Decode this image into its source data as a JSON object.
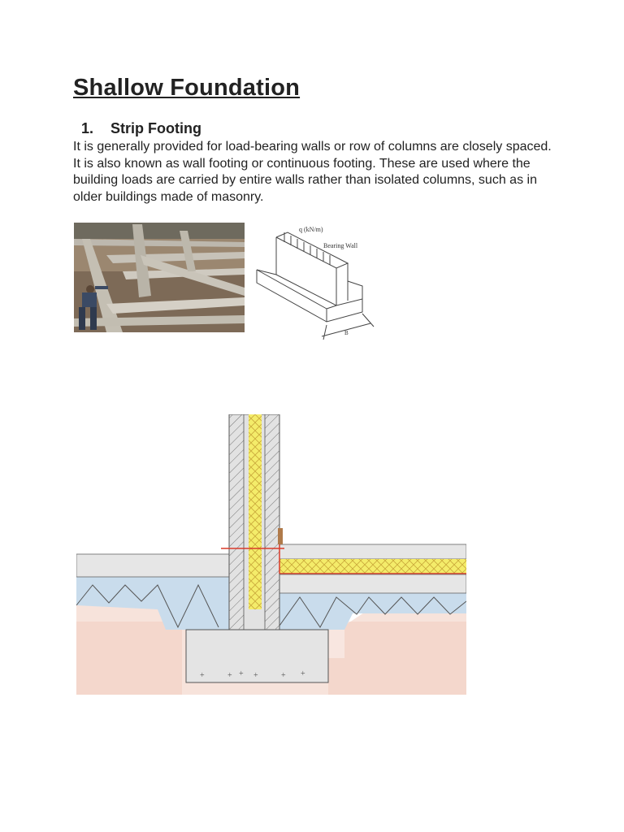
{
  "title": "Shallow Foundation",
  "section": {
    "number": "1.",
    "heading": "Strip Footing",
    "paragraph": "It is generally provided for load-bearing walls or row of columns are closely spaced. It is also known as wall footing or continuous footing. These are used where the building loads are carried by entire walls rather than isolated columns, such as in older buildings made of masonry."
  },
  "diagram": {
    "load_label": "q (kN/m)",
    "wall_label": "Bearing Wall",
    "width_label": "B"
  },
  "colors": {
    "insulation": "#f4ec6a",
    "subbase": "#b9d4e8",
    "soil": "#e9b7a6",
    "concrete": "#e4e4e4",
    "membrane": "#d93a2a"
  }
}
